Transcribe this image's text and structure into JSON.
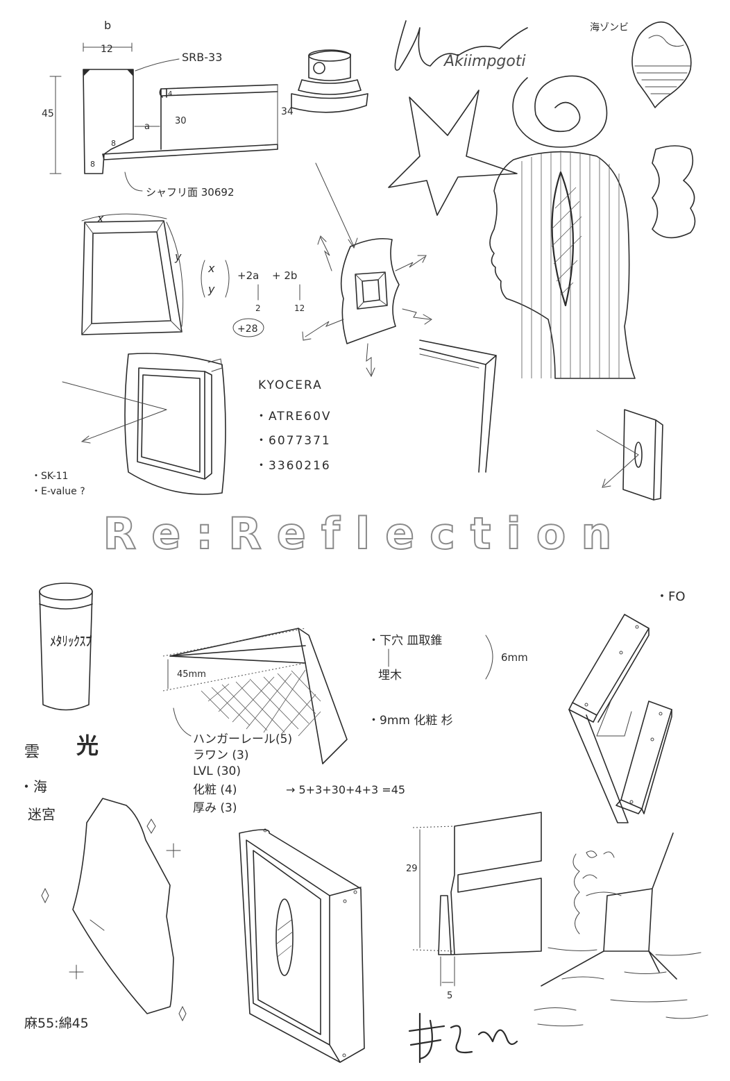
{
  "title": "Re:Reflection",
  "notes": {
    "dim_b": "b",
    "dim_12": "12",
    "srb": "SRB-33",
    "dim_45": "45",
    "dim_34": "34",
    "dim_30": "30",
    "dim_a": "a",
    "dim_4": "4",
    "dim_8a": "8",
    "dim_8b": "8",
    "shafu": "シャフリ面 30692",
    "formula_x": "x",
    "formula_y": "y",
    "formula_plus2a": "+2a",
    "formula_plus2b": "+ 2b",
    "formula_2": "2",
    "formula_12": "12",
    "formula_total": "+28",
    "frame_x": "x",
    "frame_y": "y",
    "signature_top": "Akiimpgoti",
    "umi_zombie": "海ゾンビ",
    "kyocera": "KYOCERA",
    "kyocera_1": "・ATRE60V",
    "kyocera_2": "・6077371",
    "kyocera_3": "・3360216",
    "sk11": "・SK-11",
    "evalue": "・E-value ?",
    "fo": "・FO",
    "spray": "メタリックスプ",
    "dim_45mm": "45mm",
    "drill_1": "・下穴 皿取錐",
    "drill_2": "埋木",
    "drill_6mm": "6mm",
    "drill_3": "・9mm 化粧 杉",
    "list_1": "ハンガーレール(5)",
    "list_2": "ラワン (3)",
    "list_3": "LVL (30)",
    "list_4": "化粧 (4)",
    "list_5": "厚み (3)",
    "sum": "→  5+3+30+4+3 =45",
    "kumo": "雲",
    "hikari": "光",
    "umi": "・海",
    "meikyu": "迷宮",
    "asa": "麻55:綿45",
    "dim_29": "29",
    "dim_5": "5"
  },
  "colors": {
    "ink": "#2b2b2b",
    "title_stroke": "#8a8a8a",
    "paper": "#ffffff"
  }
}
